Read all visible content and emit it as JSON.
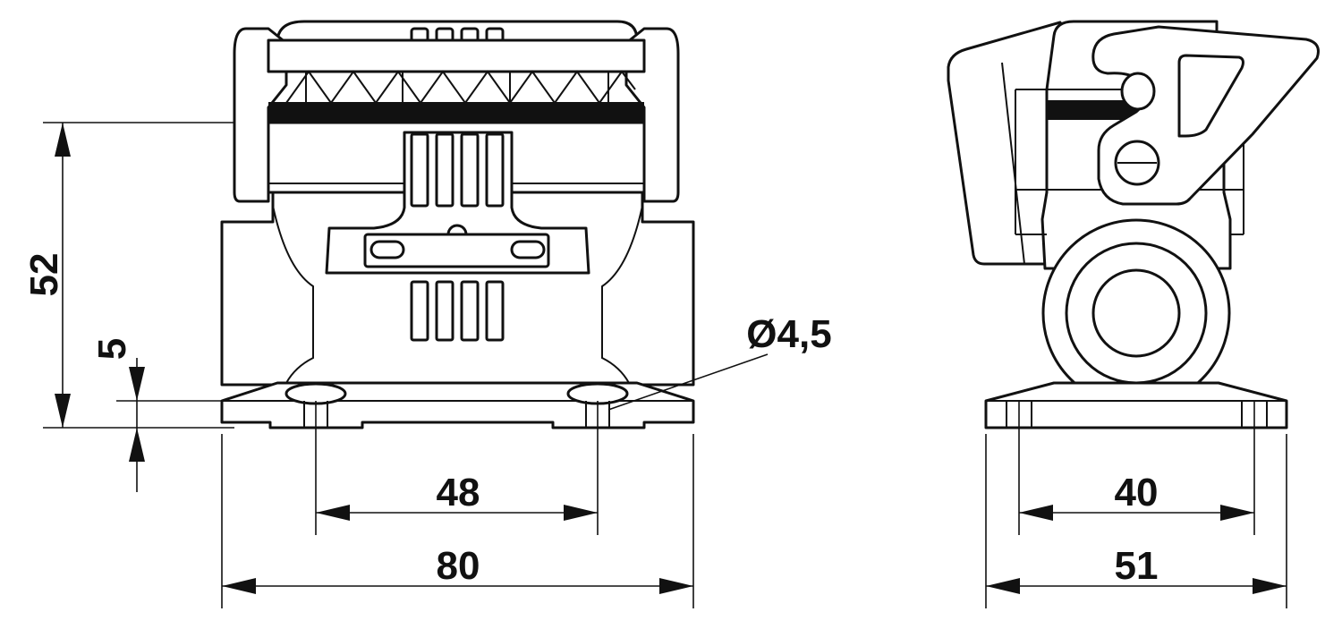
{
  "dimensions": {
    "height_total": "52",
    "base_thickness": "5",
    "hole_diameter": "Ø4,5",
    "front_hole_spacing": "48",
    "front_width": "80",
    "side_hole_spacing": "40",
    "side_width": "51"
  },
  "colors": {
    "line": "#111111",
    "background": "#ffffff"
  }
}
